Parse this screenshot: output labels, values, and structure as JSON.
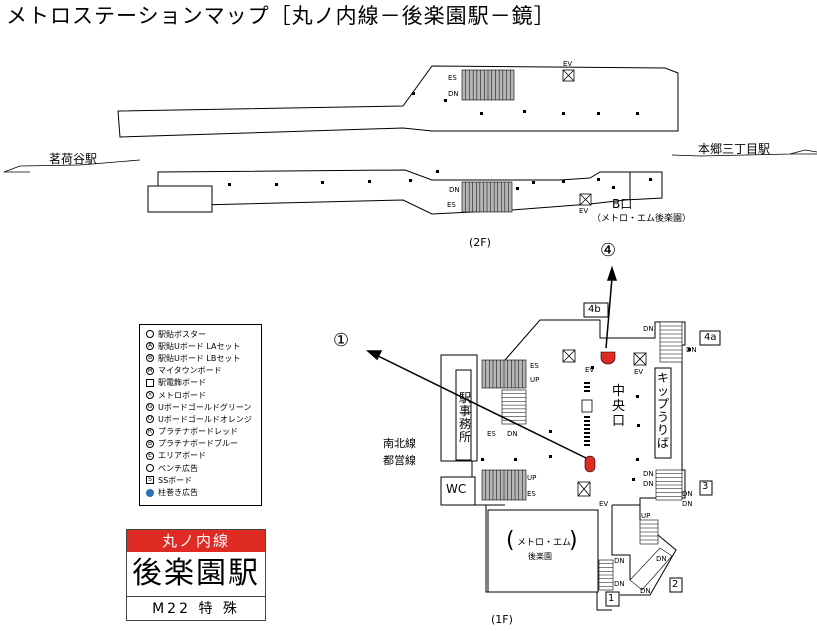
{
  "page_title": "メトロステーションマップ［丸ノ内線－後楽園駅－鏡］",
  "floors": {
    "upper": "(2F)",
    "lower": "(1F)"
  },
  "stations": {
    "left": "茗荷谷駅",
    "right": "本郷三丁目駅"
  },
  "labels": {
    "es": "ES",
    "dn": "DN",
    "up": "UP",
    "ev": "EV",
    "wc": "WC",
    "exit_b": "B口",
    "exit_b_sub": "（メトロ・エム後楽園）",
    "exit_4b": "4b",
    "exit_4a": "4a",
    "exit_3": "3",
    "exit_2": "2",
    "exit_1": "1",
    "marker_1": "①",
    "marker_4": "④",
    "office": "駅事務所",
    "central_exit": "中央口",
    "ticket_gate": "キップうりば",
    "transfer_line1": "南北線",
    "transfer_line2": "都営線",
    "metro_m": "メトロ・エム",
    "metro_m_sub": "後楽園",
    "paren_open": "(",
    "paren_close": ")"
  },
  "legend": [
    {
      "icon": "",
      "shape": "circle",
      "label": "駅貼ポスター"
    },
    {
      "icon": "A",
      "shape": "circle",
      "label": "駅貼Uボード LAセット"
    },
    {
      "icon": "B",
      "shape": "circle",
      "label": "駅貼Uボード LBセット"
    },
    {
      "icon": "M",
      "shape": "circle",
      "label": "マイタウンボード"
    },
    {
      "icon": "",
      "shape": "square",
      "label": "駅電飾ボード"
    },
    {
      "icon": "×",
      "shape": "circle",
      "label": "メトロボード"
    },
    {
      "icon": "G",
      "shape": "circle",
      "label": "Uボードゴールドグリーン"
    },
    {
      "icon": "O",
      "shape": "circle",
      "label": "Uボードゴールドオレンジ"
    },
    {
      "icon": "R",
      "shape": "circle",
      "label": "プラチナボードレッド"
    },
    {
      "icon": "B",
      "shape": "circle",
      "label": "プラチナボードブルー"
    },
    {
      "icon": "E",
      "shape": "circle",
      "label": "エリアボード"
    },
    {
      "icon": "",
      "shape": "circle",
      "label": "ベンチ広告"
    },
    {
      "icon": "S",
      "shape": "square",
      "label": "SSボード"
    },
    {
      "icon": "",
      "shape": "dot",
      "label": "柱巻き広告"
    }
  ],
  "sign": {
    "line": "丸ノ内線",
    "station": "後楽園駅",
    "code": "M22 特 殊"
  },
  "colors": {
    "red": "#e02a24",
    "blue": "#2b6fb6",
    "gray": "#b5b5b5"
  }
}
